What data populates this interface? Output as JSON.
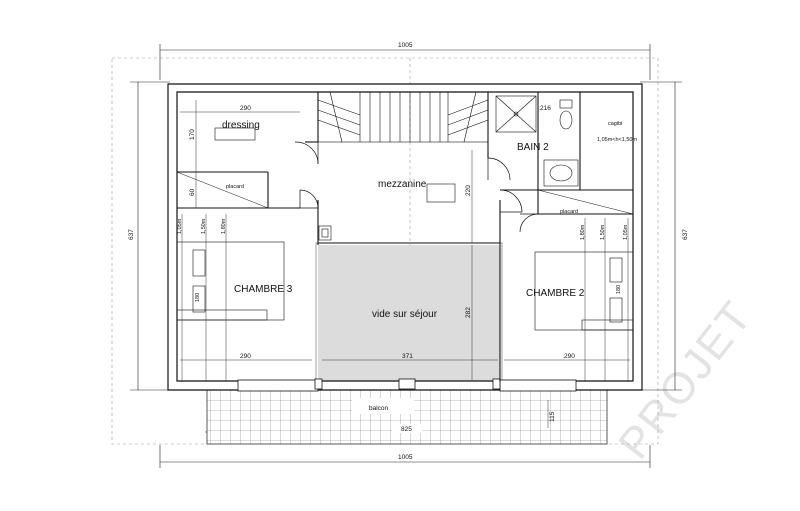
{
  "watermark": "PROJET",
  "rooms": {
    "dressing": "dressing",
    "placard_left": "placard",
    "mezzanine": "mezzanine",
    "bain": "BAIN 2",
    "cagibi": "cagibi",
    "cagibi_note": "1,05m<h<1,50m",
    "placard_right": "placard",
    "chambre3": "CHAMBRE 3",
    "chambre2": "CHAMBRE 2",
    "void": "vide sur séjour",
    "balcon": "balcon"
  },
  "dimensions": {
    "overall_width_top": "1005",
    "overall_width_bottom": "1005",
    "height_left": "637",
    "height_right": "637",
    "dressing_width": "290",
    "dressing_depth": "170",
    "placard_depth": "60",
    "bain_width": "216",
    "mezzanine_depth": "220",
    "void_depth": "282",
    "bottom_left": "290",
    "bottom_center": "371",
    "bottom_right": "290",
    "balcon_width": "825",
    "balcon_depth": "115",
    "left_h1": "1,05m",
    "left_h2": "1,50m",
    "left_h3": "1,80m",
    "right_h1": "1,80m",
    "right_h2": "1,50m",
    "right_h3": "1,05m",
    "bed_left": "180",
    "bed_right": "180"
  }
}
